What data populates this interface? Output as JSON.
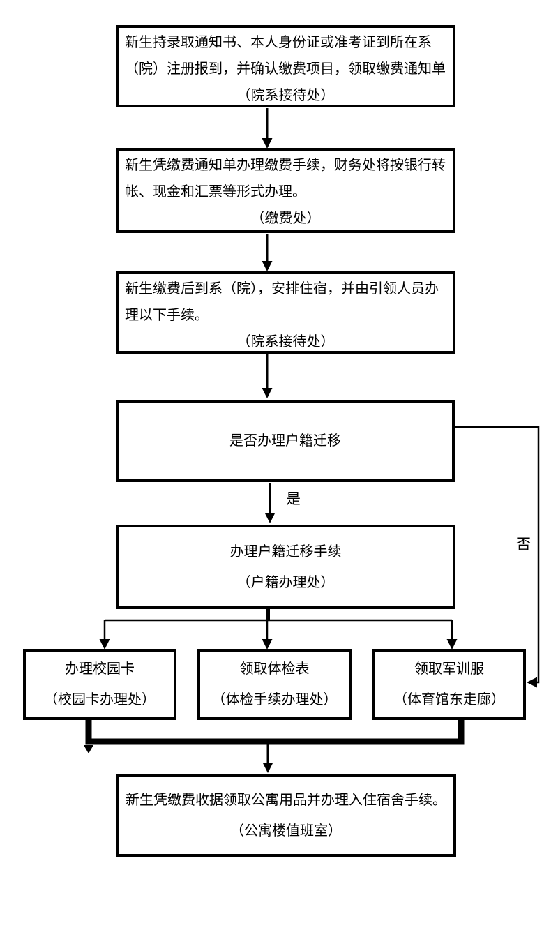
{
  "flowchart": {
    "step_register": {
      "line1": "新生持录取通知书、本人身份证或准考证到所在系",
      "line2": "（院）注册报到，并确认缴费项目，领取缴费通知单",
      "line3": "（院系接待处）"
    },
    "step_pay": {
      "line1": "新生凭缴费通知单办理缴费手续，财务处将按银行转",
      "line2": "帐、现金和汇票等形式办理。",
      "line3": "（缴费处）"
    },
    "step_accommodation": {
      "line1": "新生缴费后到系（院），安排住宿，并由引领人员办",
      "line2": "理以下手续。",
      "line3": "（院系接待处）"
    },
    "decision_hukou": {
      "line1": "是否办理户籍迁移"
    },
    "step_hukou": {
      "line1": "办理户籍迁移手续",
      "line2": "（户籍办理处）"
    },
    "step_campus_card": {
      "line1": "办理校园卡",
      "line2": "（校园卡办理处）"
    },
    "step_medical_form": {
      "line1": "领取体检表",
      "line2": "（体检手续办理处）"
    },
    "step_military_uniform": {
      "line1": "领取军训服",
      "line2": "（体育馆东走廊）"
    },
    "step_dorm_checkin": {
      "line1": "新生凭缴费收据领取公寓用品并办理入住宿舍手续。",
      "line2": "（公寓楼值班室）"
    },
    "label_yes": "是",
    "label_no": "否",
    "colors": {
      "line": "#000000",
      "background": "#ffffff"
    }
  }
}
